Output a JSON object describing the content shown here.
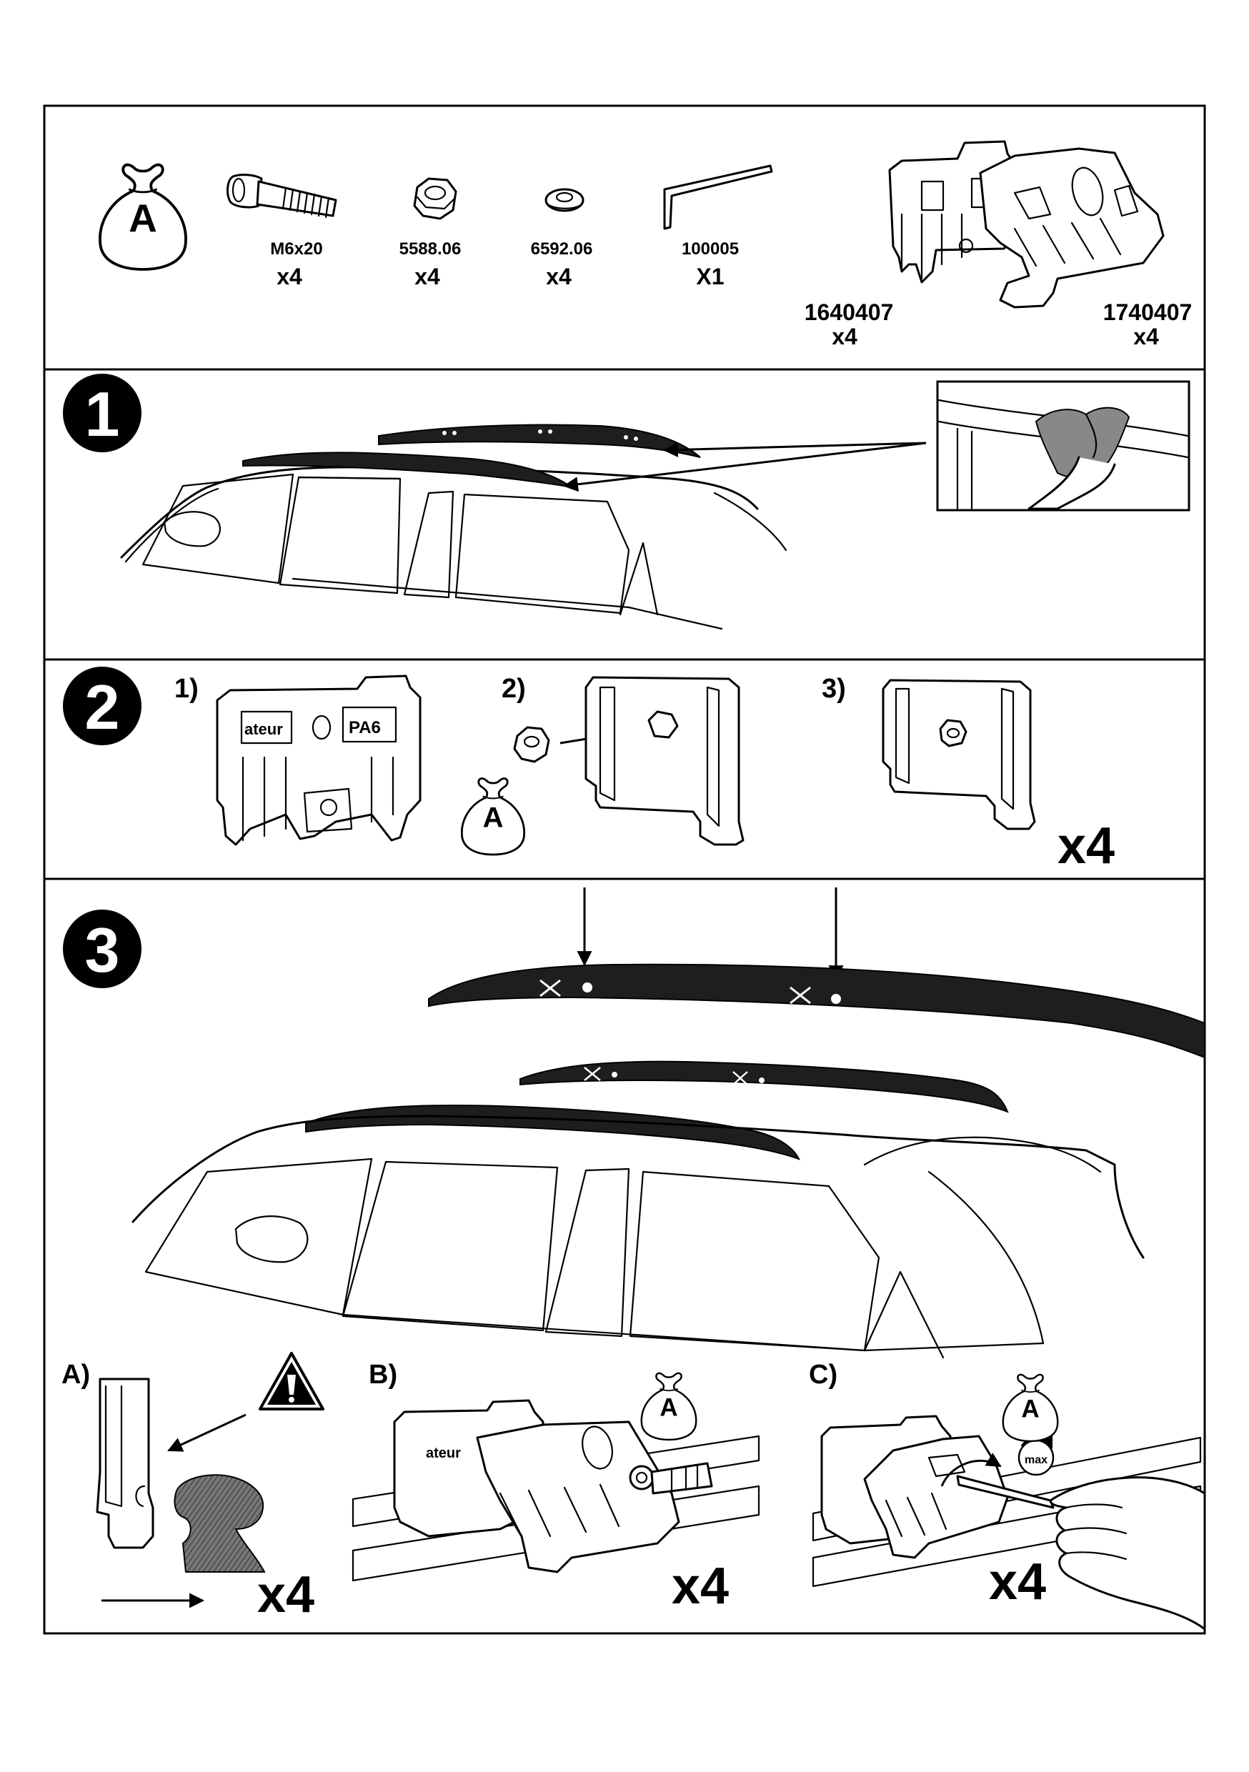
{
  "bag_letter": "A",
  "parts": [
    {
      "code": "M6x20",
      "qty": "x4",
      "icon": "bolt-icon"
    },
    {
      "code": "5588.06",
      "qty": "x4",
      "icon": "nut-icon"
    },
    {
      "code": "6592.06",
      "qty": "x4",
      "icon": "washer-icon"
    },
    {
      "code": "100005",
      "qty": "X1",
      "icon": "hex-key-icon"
    },
    {
      "code": "1640407",
      "qty": "x4",
      "icon": "inner-foot-icon"
    },
    {
      "code": "1740407",
      "qty": "x4",
      "icon": "outer-foot-icon"
    }
  ],
  "steps": {
    "step1": {
      "number": "1"
    },
    "step2": {
      "number": "2",
      "subs": [
        "1)",
        "2)",
        "3)"
      ],
      "block_text_left": "ateur",
      "block_text_right": "PA6",
      "qty": "x4"
    },
    "step3": {
      "number": "3",
      "subs": [
        "A)",
        "B)",
        "C)"
      ],
      "qty_a": "x4",
      "qty_b": "x4",
      "qty_c": "x4",
      "block_text": "ateur",
      "torque_text": "max"
    }
  }
}
